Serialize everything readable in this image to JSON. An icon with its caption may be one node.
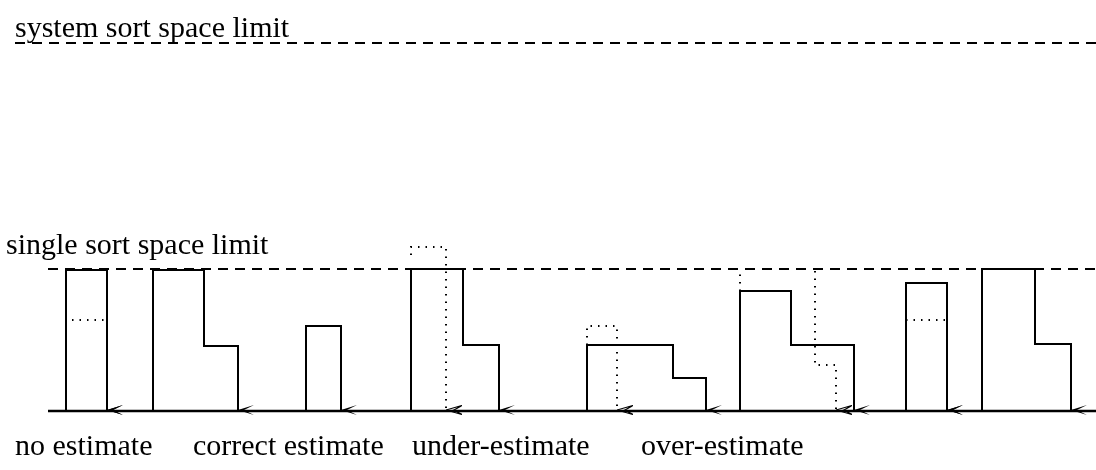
{
  "diagram": {
    "labels": [
      "system sort space limit",
      "single sort space limit",
      "no estimate",
      "correct estimate",
      "under-estimate",
      "over-estimate"
    ]
  }
}
